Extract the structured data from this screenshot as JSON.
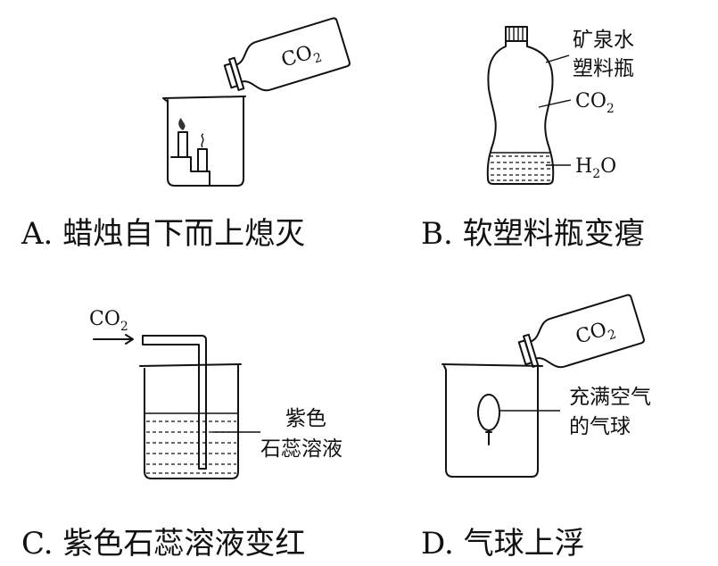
{
  "panels": {
    "a": {
      "caption": "A. 蜡烛自下而上熄灭",
      "bottle_label": "CO",
      "bottle_sub": "2"
    },
    "b": {
      "caption": "B. 软塑料瓶变瘪",
      "label_line1": "矿泉水",
      "label_line2": "塑料瓶",
      "gas_label": "CO",
      "gas_sub": "2",
      "water_label_h": "H",
      "water_sub": "2",
      "water_label_o": "O"
    },
    "c": {
      "caption": "C. 紫色石蕊溶液变红",
      "gas_label": "CO",
      "gas_sub": "2",
      "solution_line1": "紫色",
      "solution_line2": "石蕊溶液"
    },
    "d": {
      "caption": "D. 气球上浮",
      "bottle_label": "CO",
      "bottle_sub": "2",
      "balloon_line1": "充满空气",
      "balloon_line2": "的气球"
    }
  }
}
